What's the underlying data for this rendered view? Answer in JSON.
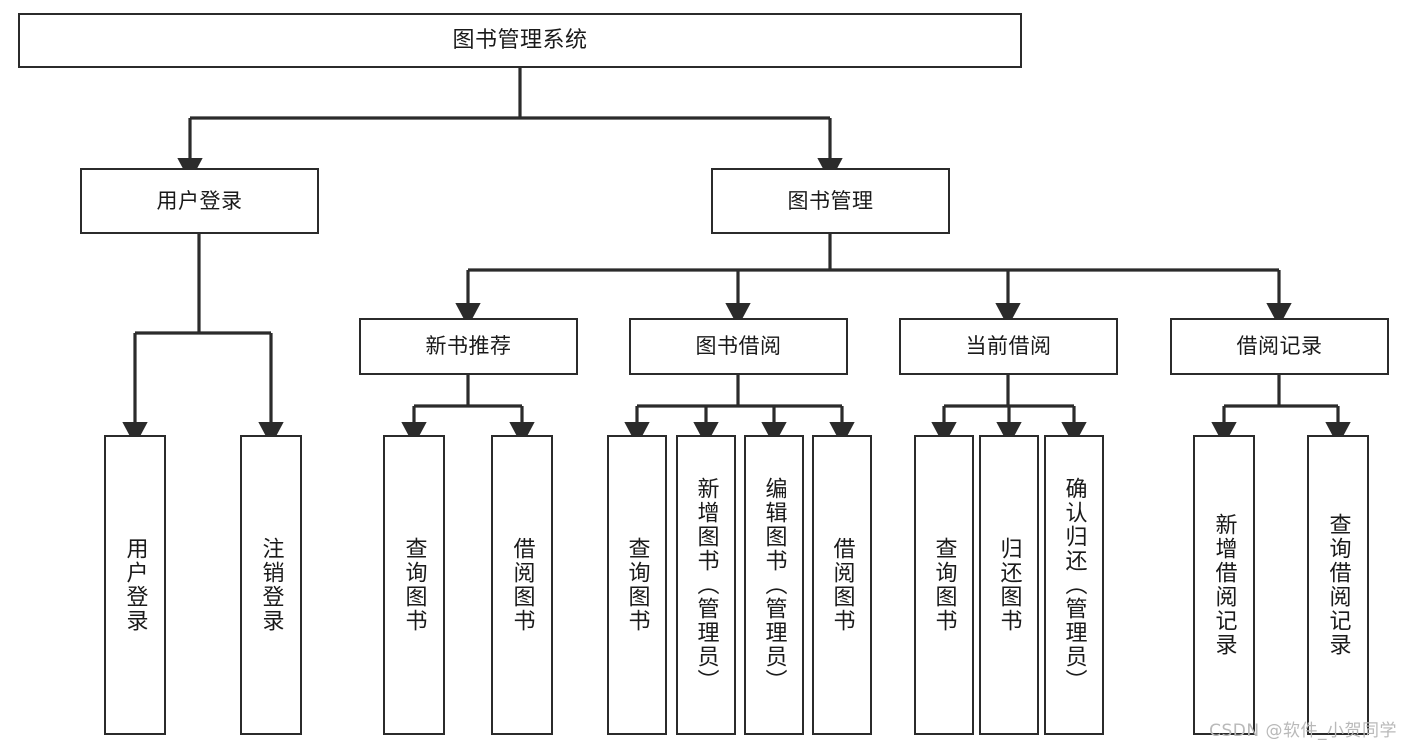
{
  "diagram": {
    "title": "图书管理系统",
    "type": "tree",
    "orientation": "top-down",
    "colors": {
      "node_border": "#2b2b2b",
      "node_fill": "#ffffff",
      "edge": "#2b2b2b",
      "text": "#1a1a1a",
      "watermark": "#b9b9b9"
    }
  },
  "watermark": "CSDN @软件_小贺同学",
  "nodes": {
    "root": {
      "label": "图书管理系统",
      "level": 0
    },
    "level1": [
      {
        "id": "user-login",
        "label": "用户登录"
      },
      {
        "id": "book-manage",
        "label": "图书管理"
      }
    ],
    "level2": [
      {
        "id": "new-book-rec",
        "label": "新书推荐"
      },
      {
        "id": "book-borrow",
        "label": "图书借阅"
      },
      {
        "id": "current-borrow",
        "label": "当前借阅"
      },
      {
        "id": "borrow-record",
        "label": "借阅记录"
      }
    ],
    "leaves": {
      "user-login": [
        {
          "id": "leaf-user-login",
          "label": "用户登录"
        },
        {
          "id": "leaf-logout",
          "label": "注销登录"
        }
      ],
      "new-book-rec": [
        {
          "id": "leaf-query-book-1",
          "label": "查询图书"
        },
        {
          "id": "leaf-borrow-book-1",
          "label": "借阅图书"
        }
      ],
      "book-borrow": [
        {
          "id": "leaf-query-book-2",
          "label": "查询图书"
        },
        {
          "id": "leaf-add-book",
          "label": "新增图书（管理员）"
        },
        {
          "id": "leaf-edit-book",
          "label": "编辑图书（管理员）"
        },
        {
          "id": "leaf-borrow-book-2",
          "label": "借阅图书"
        }
      ],
      "current-borrow": [
        {
          "id": "leaf-query-book-3",
          "label": "查询图书"
        },
        {
          "id": "leaf-return-book",
          "label": "归还图书"
        },
        {
          "id": "leaf-confirm-return",
          "label": "确认归还（管理员）"
        }
      ],
      "borrow-record": [
        {
          "id": "leaf-add-record",
          "label": "新增借阅记录"
        },
        {
          "id": "leaf-query-record",
          "label": "查询借阅记录"
        }
      ]
    }
  },
  "edges": [
    {
      "from": "图书管理系统",
      "to": "用户登录"
    },
    {
      "from": "图书管理系统",
      "to": "图书管理"
    },
    {
      "from": "用户登录",
      "to": "用户登录"
    },
    {
      "from": "用户登录",
      "to": "注销登录"
    },
    {
      "from": "图书管理",
      "to": "新书推荐"
    },
    {
      "from": "图书管理",
      "to": "图书借阅"
    },
    {
      "from": "图书管理",
      "to": "当前借阅"
    },
    {
      "from": "图书管理",
      "to": "借阅记录"
    },
    {
      "from": "新书推荐",
      "to": "查询图书"
    },
    {
      "from": "新书推荐",
      "to": "借阅图书"
    },
    {
      "from": "图书借阅",
      "to": "查询图书"
    },
    {
      "from": "图书借阅",
      "to": "新增图书（管理员）"
    },
    {
      "from": "图书借阅",
      "to": "编辑图书（管理员）"
    },
    {
      "from": "图书借阅",
      "to": "借阅图书"
    },
    {
      "from": "当前借阅",
      "to": "查询图书"
    },
    {
      "from": "当前借阅",
      "to": "归还图书"
    },
    {
      "from": "当前借阅",
      "to": "确认归还（管理员）"
    },
    {
      "from": "借阅记录",
      "to": "新增借阅记录"
    },
    {
      "from": "借阅记录",
      "to": "查询借阅记录"
    }
  ]
}
